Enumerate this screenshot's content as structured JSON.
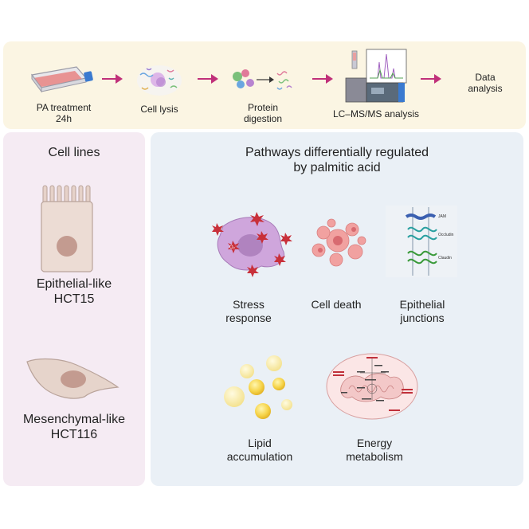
{
  "workflow": {
    "steps": [
      {
        "line1": "PA treatment",
        "line2": "24h",
        "icon": "flask-icon"
      },
      {
        "line1": "Cell lysis",
        "line2": "",
        "icon": "cell-lysate-icon"
      },
      {
        "line1": "Protein",
        "line2": "digestion",
        "icon": "protein-digestion-icon"
      },
      {
        "line1": "LC–MS/MS analysis",
        "line2": "",
        "icon": "mass-spectrometer-icon"
      },
      {
        "line1": "Data",
        "line2": "analysis",
        "icon": ""
      }
    ],
    "arrow_color": "#c0307a"
  },
  "cell_lines": {
    "title": "Cell lines",
    "epithelial": {
      "line1": "Epithelial-like",
      "line2": "HCT15"
    },
    "mesenchymal": {
      "line1": "Mesenchymal-like",
      "line2": "HCT116"
    }
  },
  "pathways": {
    "title_line1": "Pathways differentially regulated",
    "title_line2": "by palmitic acid",
    "items": [
      {
        "line1": "Stress",
        "line2": "response",
        "icon": "stress-cell-icon"
      },
      {
        "line1": "Cell death",
        "line2": "",
        "icon": "cell-death-icon"
      },
      {
        "line1": "Epithelial",
        "line2": "junctions",
        "icon": "tight-junction-icon"
      },
      {
        "line1": "Lipid",
        "line2": "accumulation",
        "icon": "lipid-droplets-icon"
      },
      {
        "line1": "Energy",
        "line2": "metabolism",
        "icon": "mitochondria-metabolism-icon"
      }
    ],
    "junction_labels": [
      "JAM",
      "Occludin",
      "Claudin"
    ],
    "ros_label": "O₂⁻"
  },
  "colors": {
    "workflow_bg": "#fbf5e3",
    "cells_bg": "#f5ebf3",
    "pathways_bg": "#eaf0f6",
    "accent": "#c0307a"
  }
}
